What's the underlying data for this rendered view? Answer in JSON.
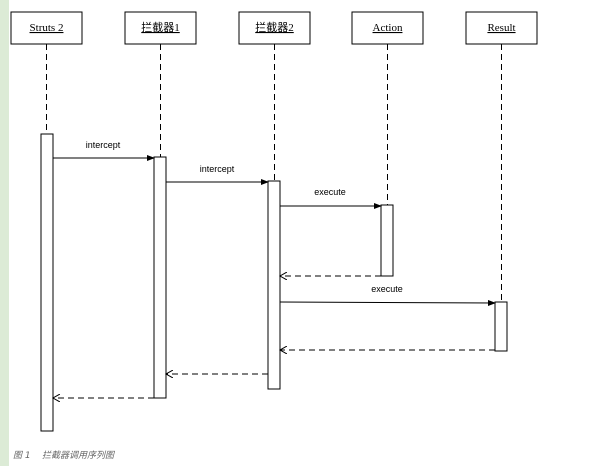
{
  "participants": [
    {
      "id": "struts2",
      "label": "Struts 2"
    },
    {
      "id": "interceptor1",
      "label": "拦截器1"
    },
    {
      "id": "interceptor2",
      "label": "拦截器2"
    },
    {
      "id": "action",
      "label": "Action"
    },
    {
      "id": "result",
      "label": "Result"
    }
  ],
  "messages": [
    {
      "from": "struts2",
      "to": "interceptor1",
      "label": "intercept",
      "kind": "call"
    },
    {
      "from": "interceptor1",
      "to": "interceptor2",
      "label": "intercept",
      "kind": "call"
    },
    {
      "from": "interceptor2",
      "to": "action",
      "label": "execute",
      "kind": "call"
    },
    {
      "from": "action",
      "to": "interceptor2",
      "label": "",
      "kind": "return"
    },
    {
      "from": "interceptor2",
      "to": "result",
      "label": "execute",
      "kind": "call"
    },
    {
      "from": "result",
      "to": "interceptor2",
      "label": "",
      "kind": "return"
    },
    {
      "from": "interceptor2",
      "to": "interceptor1",
      "label": "",
      "kind": "return"
    },
    {
      "from": "interceptor1",
      "to": "struts2",
      "label": "",
      "kind": "return"
    }
  ],
  "caption": {
    "figure": "图 1",
    "text": "拦截器调用序列图"
  }
}
